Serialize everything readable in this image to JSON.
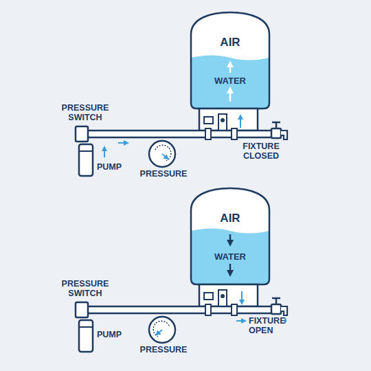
{
  "diagram": {
    "nodes": [
      {
        "text": [
          "AIR",
          "WATER"
        ]
      },
      {
        "text": [
          "AIR",
          "WATER"
        ]
      }
    ],
    "labels": [
      "PRESSURE SWITCH",
      "PUMP",
      "PRESSURE",
      "FIXTURE CLOSED",
      "PRESSURE SWITCH",
      "PUMP",
      "PRESSURE",
      "FIXTURE OPEN"
    ]
  }
}
